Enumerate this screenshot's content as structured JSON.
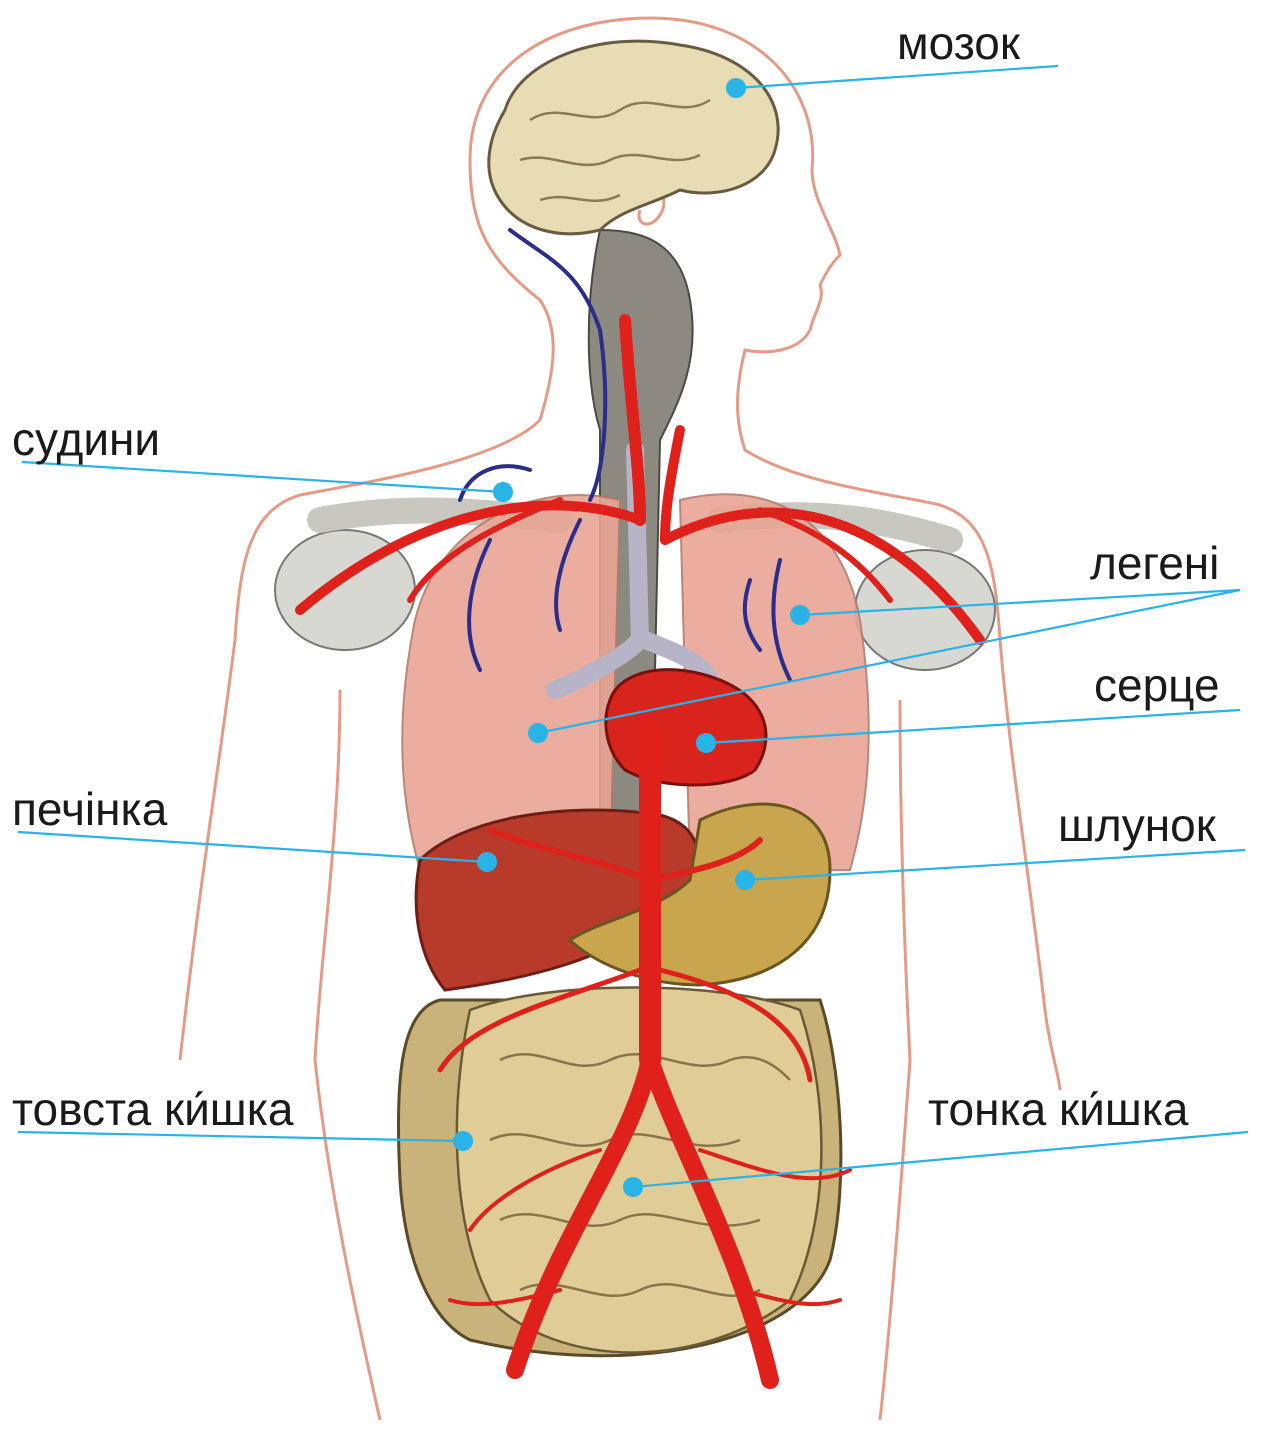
{
  "labels": {
    "brain": "мозок",
    "vessels": "судини",
    "lungs": "легені",
    "heart": "серце",
    "liver": "печінка",
    "stomach": "шлунок",
    "large_intestine": "товста ки́шка",
    "small_intestine": "тонка ки́шка"
  },
  "colors": {
    "leader": "#29b3e6",
    "outline": "#e59a86",
    "artery": "#e0201b",
    "vein": "#2b2d8c",
    "brain": "#e8dcb5",
    "lung": "#e8a595",
    "liver": "#b83a2a",
    "stomach": "#c9a64e",
    "intestine": "#d9c08a",
    "bone": "#d8d8d2"
  }
}
